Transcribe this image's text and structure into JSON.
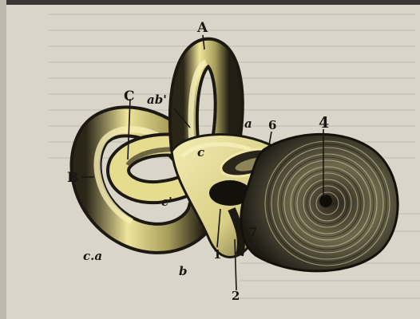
{
  "figure": {
    "labels": {
      "A": "A",
      "B": "B",
      "C": "C",
      "a": "a",
      "ab": "ab'",
      "b": "b",
      "c": "c",
      "c2": "c'",
      "n1": "1",
      "n2": "2",
      "n4": "4",
      "n6": "6",
      "n7": "7",
      "ca": "c.a"
    },
    "colors": {
      "paper": "#d9d5c9",
      "ink": "#1a1612",
      "bone": "#efe6a4",
      "bone_shadow": "#6f6a3a"
    }
  }
}
